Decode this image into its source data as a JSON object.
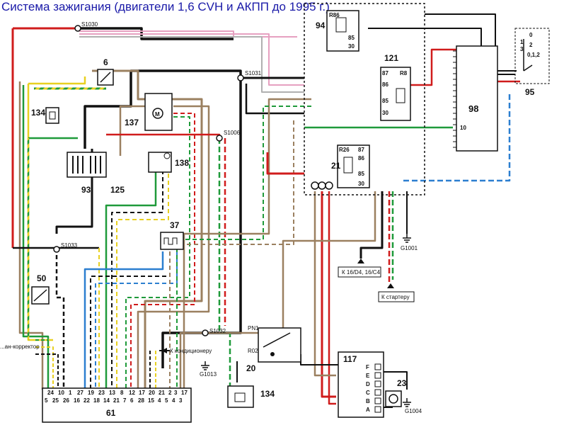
{
  "title": "Система зажигания (двигатели 1,6 CVH и АКПП до 1995 г.)",
  "colors": {
    "red": "#d01c1c",
    "black": "#111111",
    "brown": "#9b8060",
    "pink": "#e6a0c0",
    "green": "#1f9a3a",
    "yellow": "#e8d020",
    "blue": "#2c7fd0",
    "gray": "#a0a0a0"
  },
  "nodes": {
    "s1030": "S1030",
    "s1031": "S1031",
    "s1006": "S1006",
    "s1033": "S1033",
    "s1032": "S1032"
  },
  "components": {
    "c6": "6",
    "c134a": "134",
    "c137": "137",
    "c93": "93",
    "c125": "125",
    "c138": "138",
    "c37": "37",
    "c50": "50",
    "c94": "94",
    "c121": "121",
    "c21": "21",
    "c98": "98",
    "c95": "95",
    "c20": "20",
    "c134b": "134",
    "c117": "117",
    "c23": "23",
    "c61": "61"
  },
  "relay_labels": {
    "r86_94": "R86",
    "r8": "R8",
    "r26": "R26",
    "p87": "87",
    "p86": "86",
    "p85": "85",
    "p30": "30",
    "p10": "10"
  },
  "switch_95": {
    "pos0": "0",
    "pos1": "1",
    "pos2": "2",
    "pos3": "3",
    "pos012": "0,1,2"
  },
  "grounds": {
    "g1001": "G1001",
    "g1013": "G1013",
    "g1004": "G1004"
  },
  "sensor_20": {
    "pn1": "PN1",
    "r02": "R02"
  },
  "connector_117": [
    "F",
    "E",
    "D",
    "C",
    "B",
    "A"
  ],
  "connector_61": {
    "top": [
      "24",
      "10",
      "1",
      "27",
      "19",
      "23",
      "13",
      "8",
      "12",
      "17",
      "20",
      "21",
      "2",
      "3",
      "17"
    ],
    "bottom": [
      "5",
      "25",
      "26",
      "16",
      "22",
      "18",
      "14",
      "21",
      "7",
      "6",
      "28",
      "15",
      "4",
      "5",
      "4",
      "3"
    ]
  },
  "external": {
    "co_corrector": "...ан-корректор",
    "to_aircon": "К кондиционеру",
    "to_k16": "К 16/D4, 16/C4",
    "to_starter": "К стартеру"
  }
}
